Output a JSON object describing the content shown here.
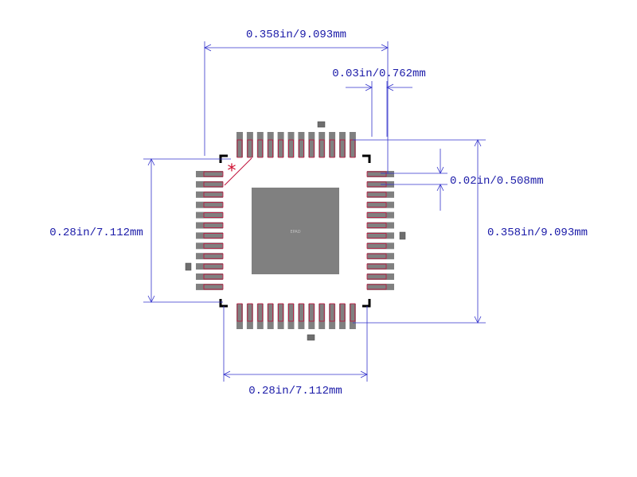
{
  "footprint": {
    "pins_per_side": 12,
    "center_pad_label": "EPAD",
    "pin1_marker": "*"
  },
  "dimensions": {
    "overall_width": "0.358in/9.093mm",
    "pad_width": "0.03in/0.762mm",
    "pitch": "0.02in/0.508mm",
    "overall_height": "0.358in/9.093mm",
    "body_height": "0.28in/7.112mm",
    "body_width": "0.28in/7.112mm"
  },
  "colors": {
    "dimension": "#3333cc",
    "copper": "#808080",
    "outline": "#c0103a",
    "silkscreen": "#000000",
    "background": "#ffffff"
  }
}
